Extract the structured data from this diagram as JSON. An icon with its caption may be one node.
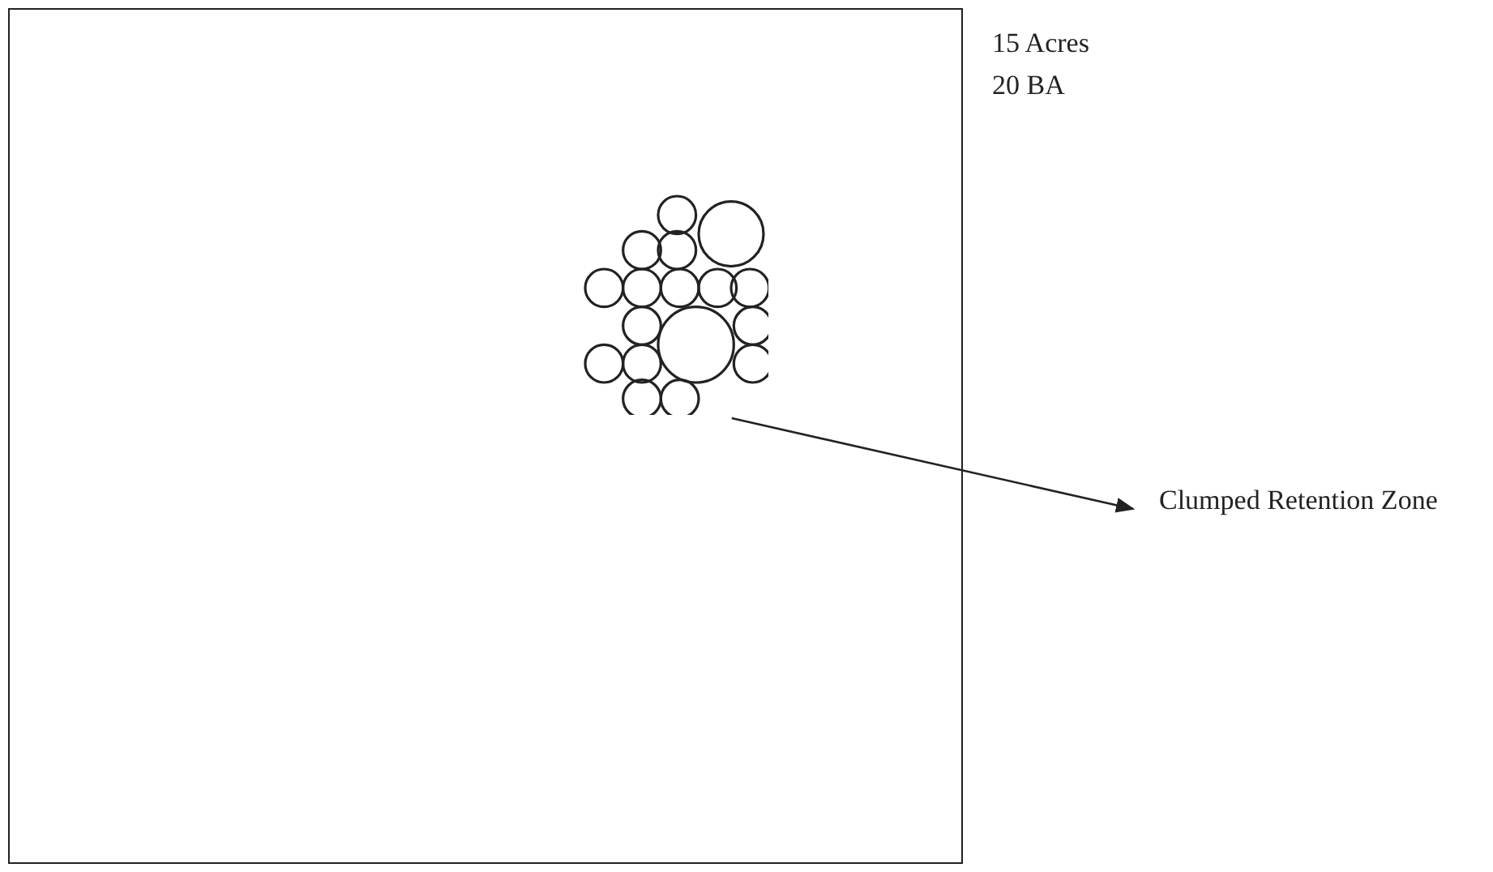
{
  "diagram": {
    "nodes": [
      {
        "text": [],
        "shape": "box"
      },
      {
        "text": [],
        "shape": "picture",
        "in": 0
      },
      {
        "text": [
          "Clumped Retention Zone"
        ]
      }
    ],
    "edges": [
      {
        "from": 1,
        "to": 2,
        "arrow": "to"
      }
    ],
    "labels": [
      "15 Acres",
      "20 BA"
    ]
  }
}
